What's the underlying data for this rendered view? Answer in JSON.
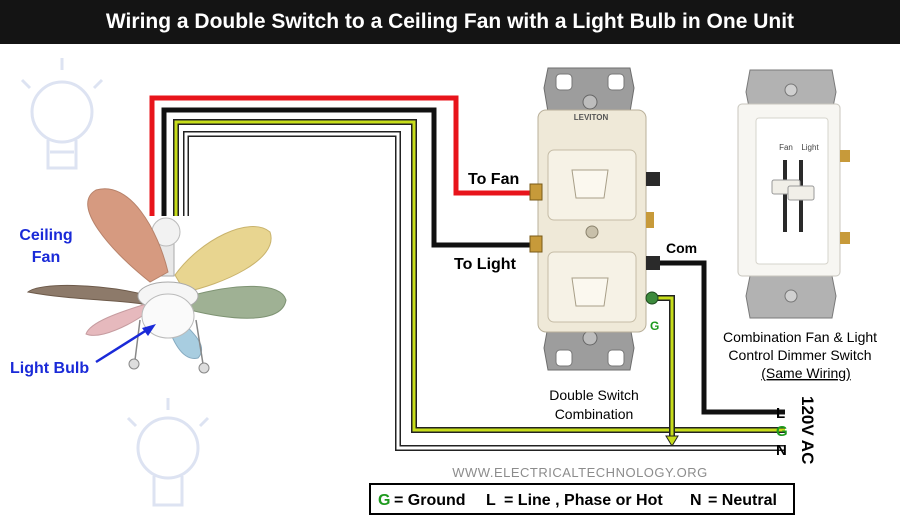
{
  "title": "Wiring a Double Switch to a Ceiling Fan with a Light Bulb in One Unit",
  "labels": {
    "ceiling_fan_1": "Ceiling",
    "ceiling_fan_2": "Fan",
    "light_bulb": "Light Bulb",
    "to_fan": "To Fan",
    "to_light": "To Light",
    "com": "Com",
    "ground_terminal": "G",
    "double_switch_1": "Double Switch",
    "double_switch_2": "Combination",
    "dimmer_1": "Combination Fan &  Light",
    "dimmer_2": "Control Dimmer Switch",
    "dimmer_3": "(Same Wiring)",
    "dimmer_fan": "Fan",
    "dimmer_light": "Light",
    "switch_brand": "LEVITON",
    "supply": "120V AC",
    "line_L": "L",
    "line_G": "G",
    "line_N": "N",
    "website": "WWW.ELECTRICALTECHNOLOGY.ORG"
  },
  "legend": {
    "g_key": "G",
    "g_text": "= Ground",
    "l_key": "L",
    "l_text": "= Line , Phase or Hot",
    "n_key": "N",
    "n_text": "= Neutral"
  },
  "colors": {
    "hot_fan": "#e8141b",
    "hot_light": "#111111",
    "ground": "#c7dd1a",
    "neutral": "#ffffff",
    "label_blue": "#1a2ad8",
    "ground_label": "#1e9a1e"
  }
}
